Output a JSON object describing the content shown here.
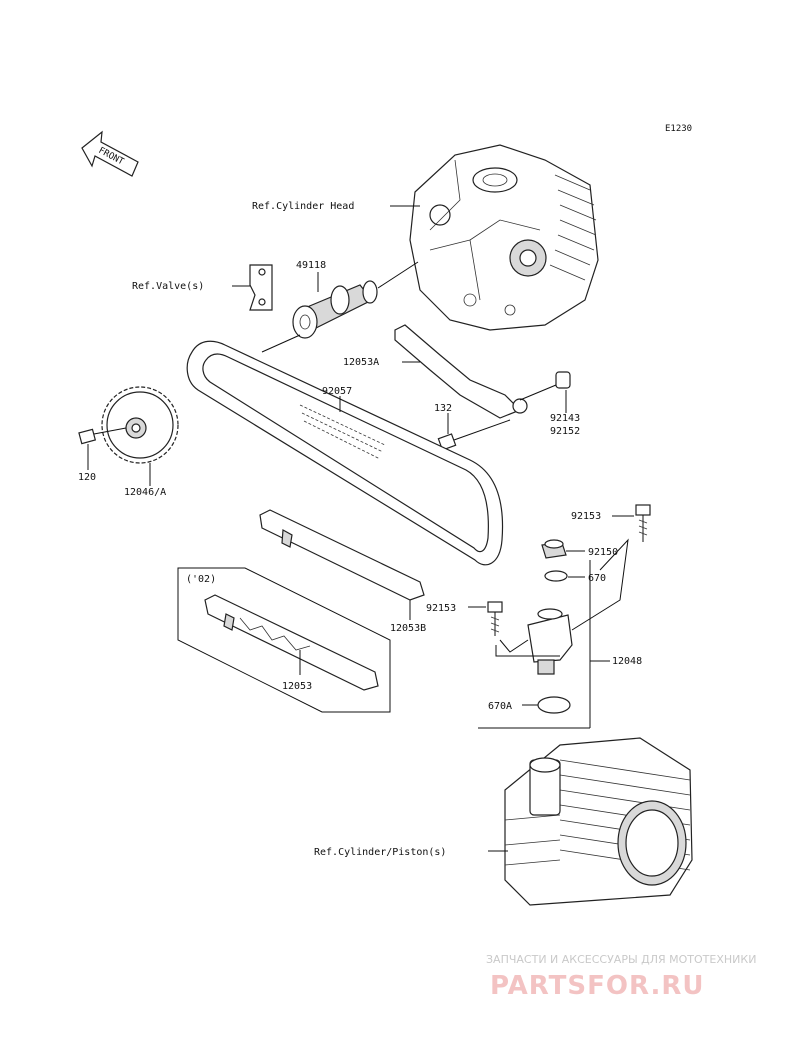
{
  "diagram": {
    "code": "E1230",
    "front_label": "FRONT",
    "callouts": {
      "ref_cylinder_head": "Ref.Cylinder Head",
      "ref_valves": "Ref.Valve(s)",
      "p49118": "49118",
      "p12053a": "12053A",
      "p92057": "92057",
      "p132": "132",
      "p92143": "92143",
      "p92152": "92152",
      "p120": "120",
      "p12046a": "12046/A",
      "p92153_top": "92153",
      "p92150": "92150",
      "p670": "670",
      "variant_02": "('02)",
      "p92153_mid": "92153",
      "p12053b": "12053B",
      "p12048": "12048",
      "p12053": "12053",
      "p670a": "670A",
      "ref_cylinder_piston": "Ref.Cylinder/Piston(s)"
    }
  },
  "watermark": {
    "tagline": "ЗАПЧАСТИ И АКСЕССУАРЫ ДЛЯ МОТОТЕХНИКИ",
    "brand": "PARTSFOR.RU",
    "color": "#e8a0a0"
  }
}
